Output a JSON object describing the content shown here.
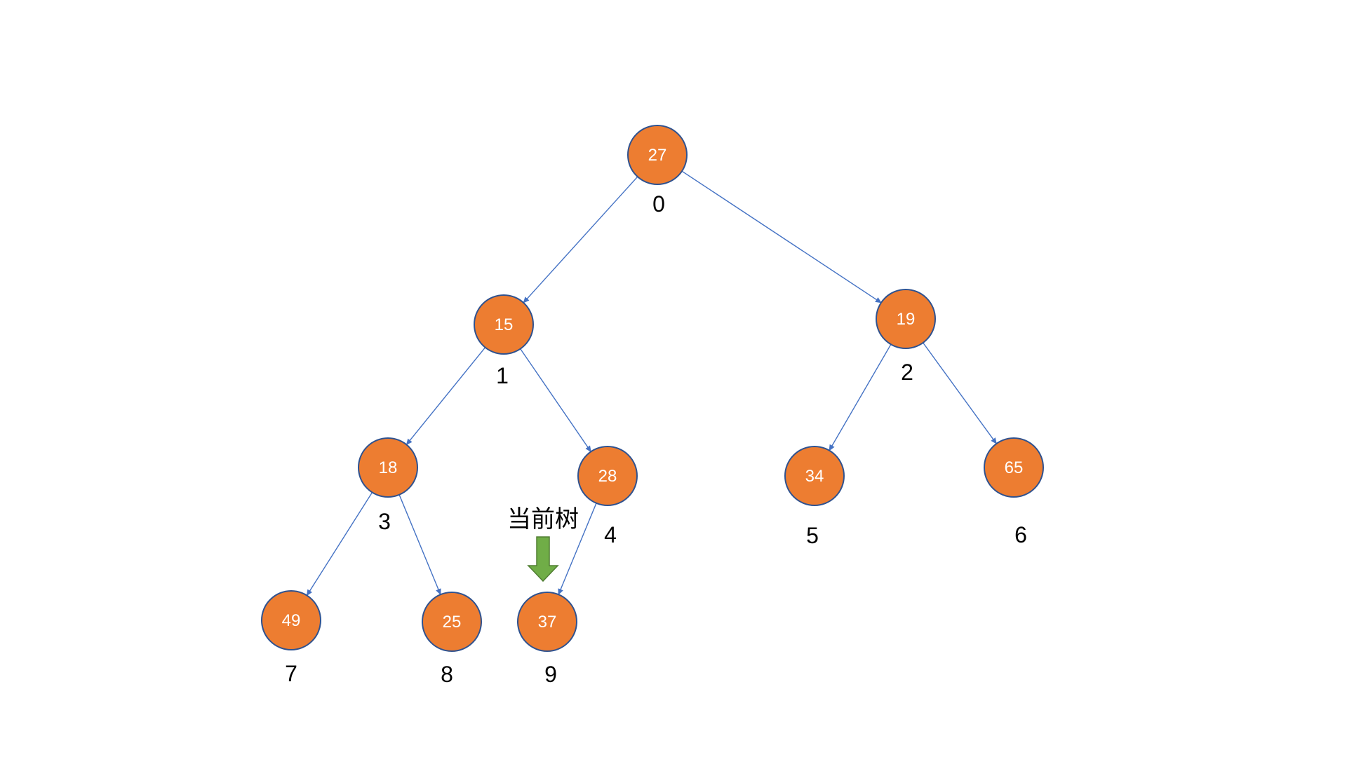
{
  "colors": {
    "node_fill": "#ed7d31",
    "node_stroke": "#2f528f",
    "edge": "#4472c4",
    "arrow_fill": "#70ad47",
    "arrow_stroke": "#507e32"
  },
  "tree": {
    "nodes": [
      {
        "index": "0",
        "value": "27"
      },
      {
        "index": "1",
        "value": "15"
      },
      {
        "index": "2",
        "value": "19"
      },
      {
        "index": "3",
        "value": "18"
      },
      {
        "index": "4",
        "value": "28"
      },
      {
        "index": "5",
        "value": "34"
      },
      {
        "index": "6",
        "value": "65"
      },
      {
        "index": "7",
        "value": "49"
      },
      {
        "index": "8",
        "value": "25"
      },
      {
        "index": "9",
        "value": "37"
      }
    ],
    "edges": [
      {
        "from": "0",
        "to": "1"
      },
      {
        "from": "0",
        "to": "2"
      },
      {
        "from": "1",
        "to": "3"
      },
      {
        "from": "1",
        "to": "4"
      },
      {
        "from": "2",
        "to": "5"
      },
      {
        "from": "2",
        "to": "6"
      },
      {
        "from": "3",
        "to": "7"
      },
      {
        "from": "3",
        "to": "8"
      },
      {
        "from": "4",
        "to": "9"
      }
    ]
  },
  "annotation": {
    "label": "当前树",
    "arrow_icon": "down-arrow-icon",
    "points_to_node": "9"
  }
}
